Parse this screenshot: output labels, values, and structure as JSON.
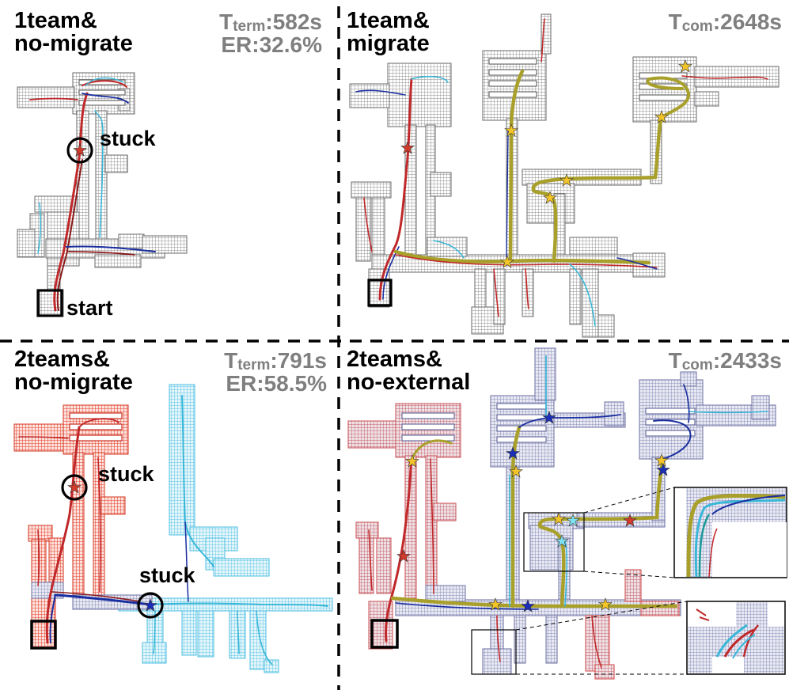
{
  "colors": {
    "single_team_map": "#9a9a9a",
    "team_red": "#e03a2a",
    "team_cyan": "#55c5e8",
    "merged_map": "#8a8fb5",
    "traj_red": "#c0282a",
    "traj_blue": "#1a2ea0",
    "traj_cyan": "#3ab7d8",
    "traj_olive": "#a8a02a",
    "star_yellow": "#f2c428",
    "star_red": "#d23a2a",
    "star_blue": "#1a2eb8",
    "star_cyan": "#7fe0ef"
  },
  "panels": {
    "top_left": {
      "title_line1": "1team&",
      "title_line2": "no-migrate",
      "metric1_prefix": "T",
      "metric1_sub": "term",
      "metric1_value": ":582s",
      "metric2": "ER:32.6%",
      "annotation_stuck": "stuck",
      "annotation_start": "start"
    },
    "top_right": {
      "title_line1": "1team&",
      "title_line2": "migrate",
      "metric1_prefix": "T",
      "metric1_sub": "com",
      "metric1_value": ":2648s"
    },
    "bottom_left": {
      "title_line1": "2teams&",
      "title_line2": "no-migrate",
      "metric1_prefix": "T",
      "metric1_sub": "term",
      "metric1_value": ":791s",
      "metric2": "ER:58.5%",
      "annotation_stuck_1": "stuck",
      "annotation_stuck_2": "stuck"
    },
    "bottom_right": {
      "title_line1": "2teams&",
      "title_line2": "no-external",
      "metric1_prefix": "T",
      "metric1_sub": "com",
      "metric1_value": ":2433s"
    }
  }
}
